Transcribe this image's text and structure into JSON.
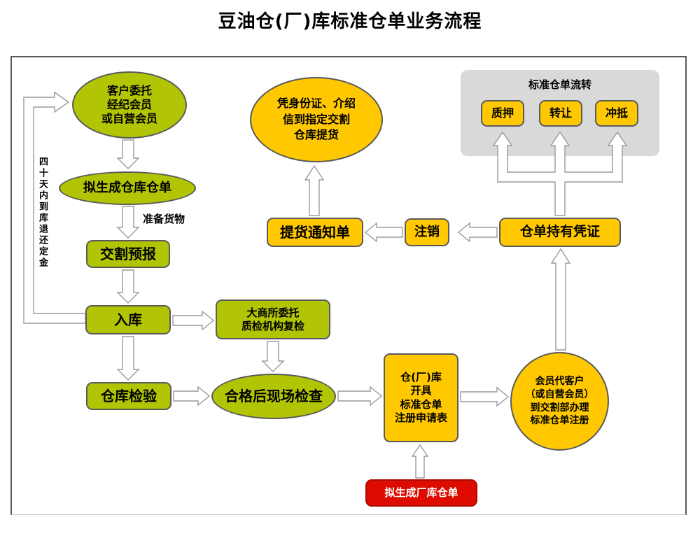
{
  "title": "豆油仓(厂)库标准仓单业务流程",
  "colors": {
    "node_green": "#b2c504",
    "node_yellow": "#ffc800",
    "node_red": "#dd0b00",
    "panel_gray": "#d9d9d9",
    "frame_border": "#595959",
    "arrow_outline": "#9a9a9a"
  },
  "nodes": {
    "client_entrust": {
      "text": "客户委托\n经纪会员\n或自营会员"
    },
    "gen_warehouse_receipt": {
      "text": "拟生成仓库仓单"
    },
    "prepare_goods_label": {
      "text": "准备货物"
    },
    "delivery_forecast": {
      "text": "交割预报"
    },
    "warehouse_in": {
      "text": "入库"
    },
    "recheck": {
      "text": "大商所委托\n质检机构复检"
    },
    "warehouse_check": {
      "text": "仓库检验"
    },
    "onsite_check": {
      "text": "合格后现场检查"
    },
    "registration_form": {
      "text": "仓(厂)库\n开具\n标准仓单\n注册申请表"
    },
    "member_register": {
      "text": "会员代客户\n（或自营会员）\n到交割部办理\n标准仓单注册"
    },
    "gen_factory_receipt": {
      "text": "拟生成厂库仓单"
    },
    "holding_cert": {
      "text": "仓单持有凭证"
    },
    "cancel": {
      "text": "注销"
    },
    "pickup_notice": {
      "text": "提货通知单"
    },
    "pickup_goods": {
      "text": "凭身份证、介绍\n信到指定交割\n仓库提货"
    },
    "forty_days_note": {
      "text": "四十天内到库退还定金"
    },
    "circulation": {
      "title": "标准仓单流转",
      "items": [
        "质押",
        "转让",
        "冲抵"
      ]
    }
  }
}
